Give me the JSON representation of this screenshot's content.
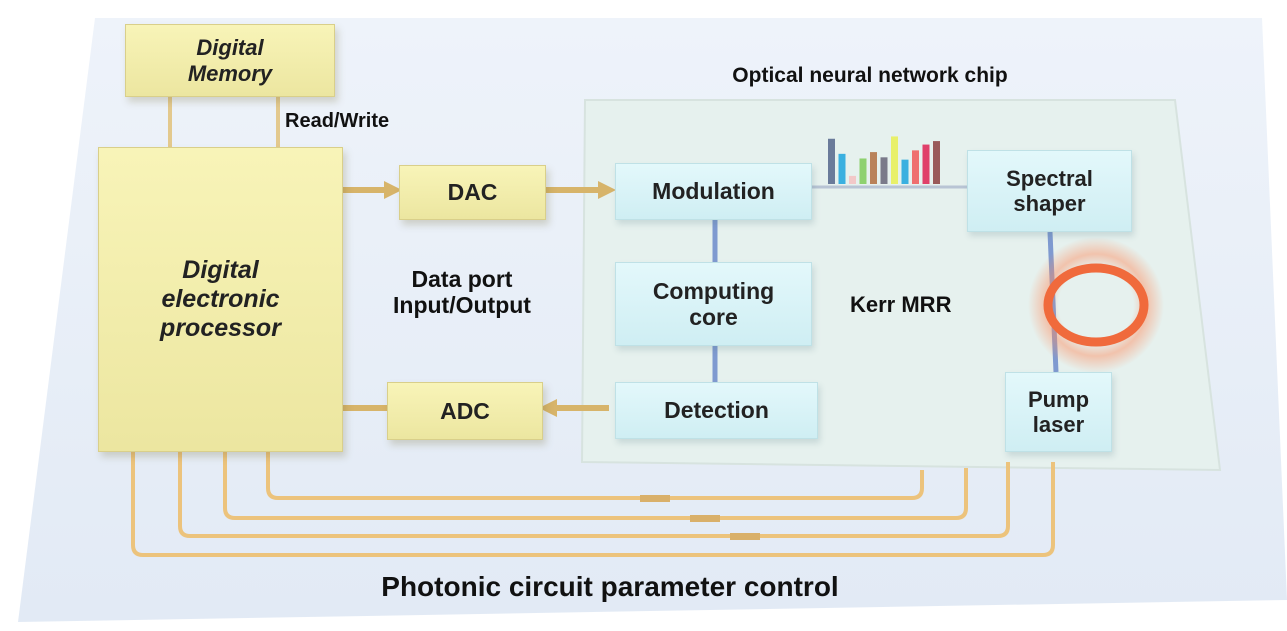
{
  "labels": {
    "digital_memory": "Digital\nMemory",
    "read_write": "Read/Write",
    "digital_processor": "Digital\nelectronic\nprocessor",
    "dac": "DAC",
    "adc": "ADC",
    "data_port": "Data port\nInput/Output",
    "chip_title": "Optical neural network chip",
    "modulation": "Modulation",
    "computing_core": "Computing\ncore",
    "detection": "Detection",
    "spectral_shaper": "Spectral\nshaper",
    "kerr_mrr": "Kerr MRR",
    "pump_laser": "Pump\nlaser",
    "bottom_caption": "Photonic circuit parameter control"
  },
  "spectrum": {
    "heights": [
      0.78,
      0.52,
      0.14,
      0.44,
      0.55,
      0.46,
      0.82,
      0.42,
      0.58,
      0.68,
      0.74
    ],
    "colors": [
      "#6a7b9a",
      "#3ab0e0",
      "#f2c8c8",
      "#8ed16f",
      "#b9825a",
      "#7a7a8a",
      "#e8f06a",
      "#3ab0e0",
      "#ef6f6f",
      "#e0406a",
      "#9a5a5a"
    ]
  },
  "colors": {
    "memory_bus": "#e3c98e",
    "arrow": "#d7b46a",
    "control_line": "#ecc37c",
    "waveguide": "#7f9ad0",
    "mrr_ring": "#f06a3c"
  }
}
